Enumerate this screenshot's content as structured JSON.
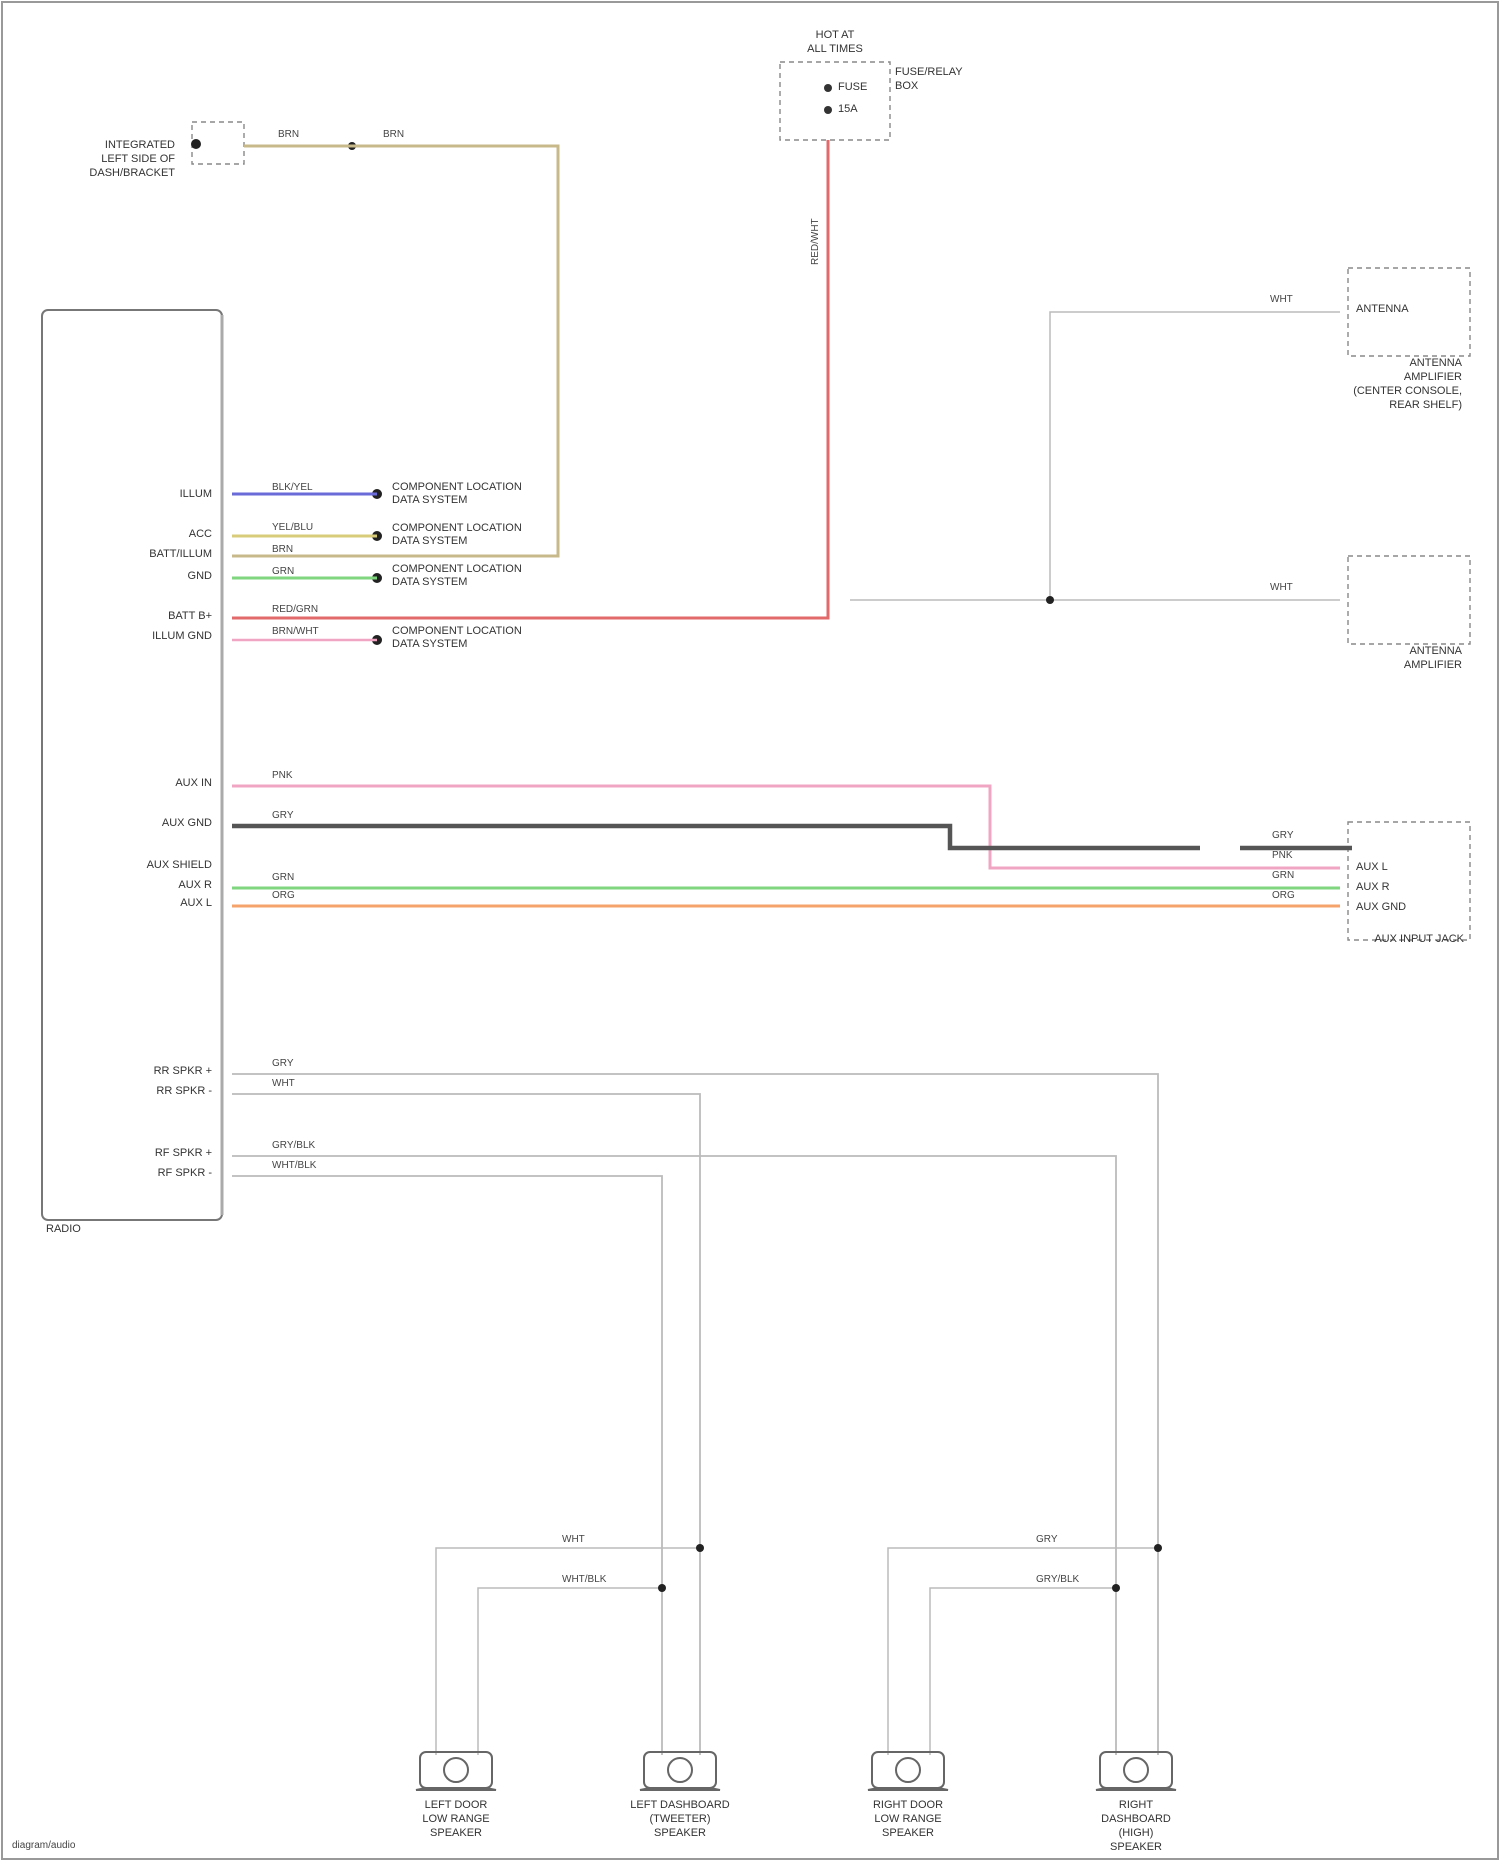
{
  "title": "",
  "battery_label": [
    "HOT AT",
    "ALL TIMES"
  ],
  "fuse_box_label": [
    "FUSE/RELAY",
    "BOX"
  ],
  "fuse_text": [
    "FUSE",
    "15A"
  ],
  "ground_label": [
    "INTEGRATED",
    "LEFT SIDE OF",
    "DASH/BRACKET"
  ],
  "power_wire": "RED/WHT",
  "radio_label": "RADIO",
  "radio_pins": [
    "ILLUM",
    "ACC",
    "BATT/ILLUM",
    "GND",
    "BATT B+",
    "ILLUM GND",
    "AUX IN",
    "AUX GND",
    "AUX SHIELD",
    "AUX R",
    "AUX L",
    "RR SPKR +",
    "RR SPKR -",
    "RF SPKR +",
    "RF SPKR -"
  ],
  "splice_label": [
    "COMPONENT LOCATION",
    "DATA SYSTEM"
  ],
  "wires_top": [
    "BLK/YEL",
    "YEL/BLU",
    "BRN",
    "GRN",
    "RED/GRN",
    "BRN/WHT"
  ],
  "wires_mid": [
    "PNK",
    "GRY",
    "GRN",
    "ORG"
  ],
  "wires_bot": [
    "GRY",
    "WHT",
    "GRY/BLK",
    "WHT/BLK"
  ],
  "antenna_amp_label": [
    "ANTENNA",
    "AMPLIFIER",
    "(CENTER CONSOLE,",
    "REAR SHELF)"
  ],
  "antenna_label": [
    "ANTENNA",
    "AMPLIFIER"
  ],
  "aux_jack_label": "AUX INPUT JACK",
  "aux_pins": [
    "AUX L",
    "AUX R",
    "AUX GND"
  ],
  "aux_wires": [
    "GRY",
    "PNK",
    "GRN",
    "ORG"
  ],
  "speakers": [
    {
      "label": [
        "LEFT DOOR",
        "LOW RANGE",
        "SPEAKER"
      ]
    },
    {
      "label": [
        "LEFT DASHBOARD",
        "(TWEETER)",
        "SPEAKER"
      ]
    },
    {
      "label": [
        "RIGHT DOOR",
        "LOW RANGE",
        "SPEAKER"
      ]
    },
    {
      "label": [
        "RIGHT",
        "DASHBOARD",
        "(HIGH)",
        "SPEAKER"
      ]
    }
  ],
  "tweeter_labels": [
    "WHT",
    "WHT/BLK",
    "GRY",
    "GRY/BLK"
  ],
  "footer": "diagram/audio",
  "colors": {
    "wire_tan": "#c8b98a",
    "wire_red": "#e36a6a",
    "wire_blue": "#6a6ad9",
    "wire_yellow": "#d8cc7a",
    "wire_brown": "#b58a5a",
    "wire_green": "#7fd67f",
    "wire_pink": "#f0a6c2",
    "wire_gray": "#555555",
    "wire_orange": "#f5a36a",
    "wire_light": "#bbbbbb"
  }
}
